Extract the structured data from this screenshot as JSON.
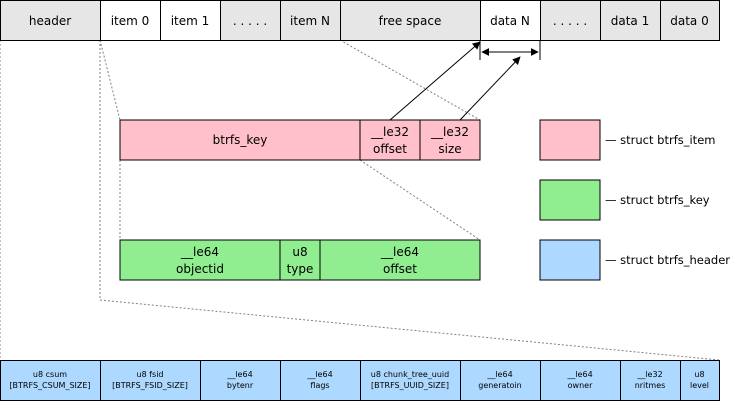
{
  "colors": {
    "grey": "#e6e6e6",
    "item": "#ffc0cb",
    "key": "#90ee90",
    "header": "#add8ff"
  },
  "leaf": {
    "cells": [
      {
        "label": "header"
      },
      {
        "label": "item 0"
      },
      {
        "label": "item 1"
      },
      {
        "label": ". . . . ."
      },
      {
        "label": "item N"
      },
      {
        "label": "free space"
      },
      {
        "label": "data N"
      },
      {
        "label": ". . . . ."
      },
      {
        "label": "data 1"
      },
      {
        "label": "data 0"
      }
    ]
  },
  "item_struct": {
    "key_label": "btrfs_key",
    "offset": [
      "__le32",
      "offset"
    ],
    "size": [
      "__le32",
      "size"
    ]
  },
  "key_struct": {
    "objectid": [
      "__le64",
      "objectid"
    ],
    "type": [
      "u8",
      "type"
    ],
    "offset": [
      "__le64",
      "offset"
    ]
  },
  "header_struct": {
    "cells": [
      {
        "lines": [
          "u8 csum",
          "[BTRFS_CSUM_SIZE]"
        ]
      },
      {
        "lines": [
          "u8 fsid",
          "[BTRFS_FSID_SIZE]"
        ]
      },
      {
        "lines": [
          "__le64",
          "bytenr"
        ]
      },
      {
        "lines": [
          "__le64",
          "flags"
        ]
      },
      {
        "lines": [
          "u8 chunk_tree_uuid",
          "[BTRFS_UUID_SIZE]"
        ]
      },
      {
        "lines": [
          "__le64",
          "generatoin"
        ]
      },
      {
        "lines": [
          "__le64",
          "owner"
        ]
      },
      {
        "lines": [
          "__le32",
          "nritmes"
        ]
      },
      {
        "lines": [
          "u8",
          "level"
        ]
      }
    ]
  },
  "legend": [
    {
      "label": "— struct btrfs_item",
      "color": "#ffc0cb"
    },
    {
      "label": "— struct btrfs_key",
      "color": "#90ee90"
    },
    {
      "label": "— struct btrfs_header",
      "color": "#add8ff"
    }
  ]
}
